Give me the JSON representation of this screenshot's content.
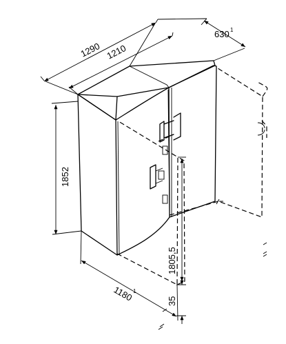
{
  "drawing": {
    "subject": "side-by-side-fridge-freezer-dimension-drawing",
    "dimensions": {
      "total_width": "1290",
      "body_width": "1210",
      "depth": "630",
      "depth_footnote": "1",
      "height": "1852",
      "door_height": "1805,5",
      "plinth_height": "35",
      "door_open_depth": "1180",
      "door_open_depth_footnote": "1"
    }
  }
}
